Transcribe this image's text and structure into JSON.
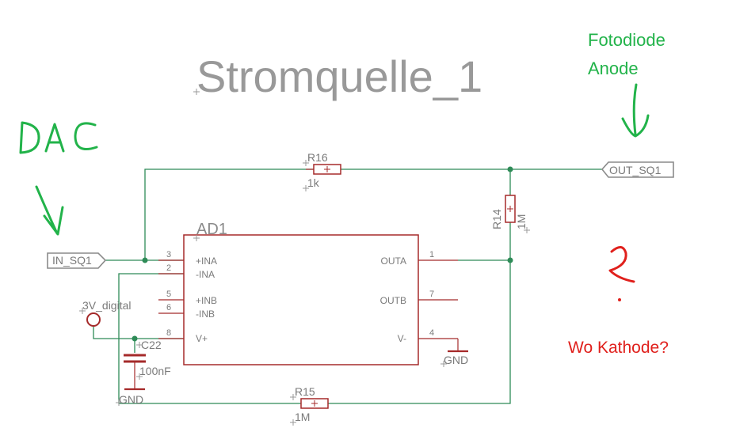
{
  "title": "Stromquelle_1",
  "ic": {
    "name": "AD1",
    "left_pins": [
      {
        "num": "3",
        "name": "+INA"
      },
      {
        "num": "2",
        "name": "-INA"
      },
      {
        "num": "5",
        "name": "+INB"
      },
      {
        "num": "6",
        "name": "-INB"
      },
      {
        "num": "8",
        "name": "V+"
      }
    ],
    "right_pins": [
      {
        "num": "1",
        "name": "OUTA"
      },
      {
        "num": "7",
        "name": "OUTB"
      },
      {
        "num": "4",
        "name": "V-"
      }
    ]
  },
  "components": {
    "r16": {
      "name": "R16",
      "value": "1k"
    },
    "r14": {
      "name": "R14",
      "value": "1M"
    },
    "r15": {
      "name": "R15",
      "value": "1M"
    },
    "c22": {
      "name": "C22",
      "value": "100nF"
    }
  },
  "nets": {
    "in_label": "IN_SQ1",
    "out_label": "OUT_SQ1",
    "supply": "3V_digital",
    "gnd_cap": "GND",
    "gnd_ic": "GND"
  },
  "annotations": {
    "dac": "DAC",
    "fotodiode_line1": "Fotodiode",
    "fotodiode_line2": "Anode",
    "question_mark": "?",
    "wo_kathode": "Wo Kathode?"
  },
  "colors": {
    "wire": "#2e8b57",
    "part": "#a52a2a",
    "schematic_text": "#7a7a7a",
    "annotation_green": "#22b34a",
    "annotation_red": "#e0201c"
  }
}
